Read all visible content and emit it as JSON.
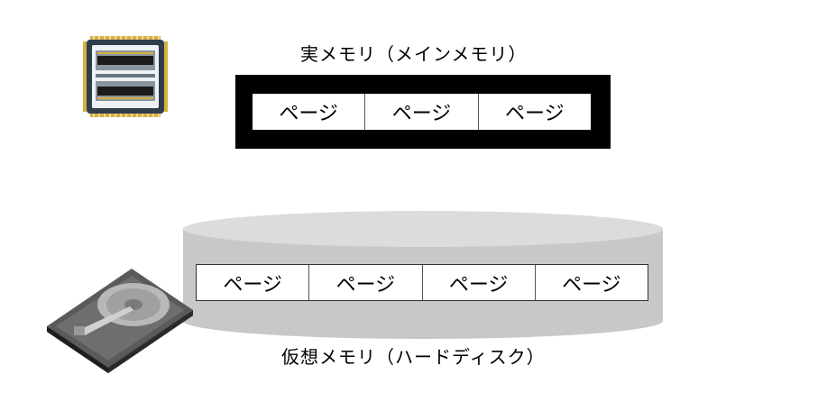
{
  "real_memory": {
    "title": "実メモリ（メインメモリ）",
    "pages": [
      "ページ",
      "ページ",
      "ページ"
    ]
  },
  "virtual_memory": {
    "title": "仮想メモリ（ハードディスク）",
    "pages": [
      "ページ",
      "ページ",
      "ページ",
      "ページ"
    ]
  },
  "icons": {
    "cpu": "memory-chip-icon",
    "hdd": "hard-disk-icon"
  },
  "colors": {
    "frame": "#000000",
    "disk_top": "#dcdcdc",
    "disk_side": "#c8c8c8",
    "chip_body": "#2f3e4a",
    "chip_pins": "#d8b040"
  }
}
